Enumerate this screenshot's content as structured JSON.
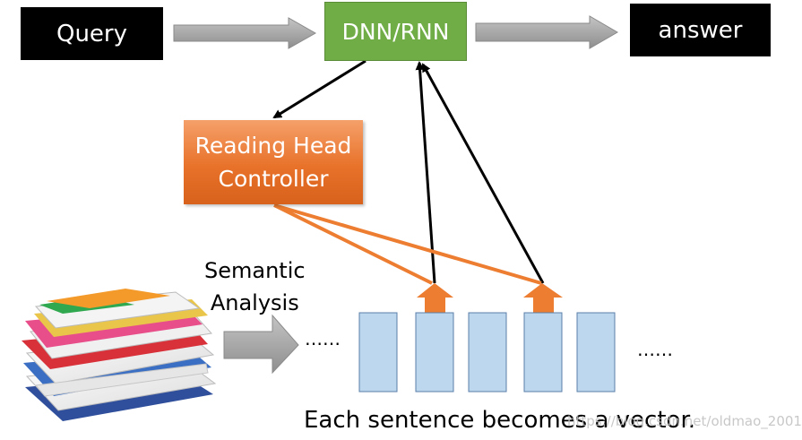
{
  "query": "Query",
  "model": "DNN/RNN",
  "answer": "answer",
  "reader": {
    "line1": "Reading Head",
    "line2": "Controller"
  },
  "semantic": {
    "line1": "Semantic",
    "line2": "Analysis"
  },
  "dots_left": "……",
  "dots_right": "……",
  "caption": "Each sentence becomes a vector.",
  "watermark": "https://blog.csdn.net/oldmao_2001",
  "colors": {
    "model_box": "#70ad47",
    "reader_box": "#e8722a",
    "vector_fill": "#bdd7ee",
    "gray_arrow": "#a6a6a6",
    "orange_line": "#ed7d31"
  }
}
